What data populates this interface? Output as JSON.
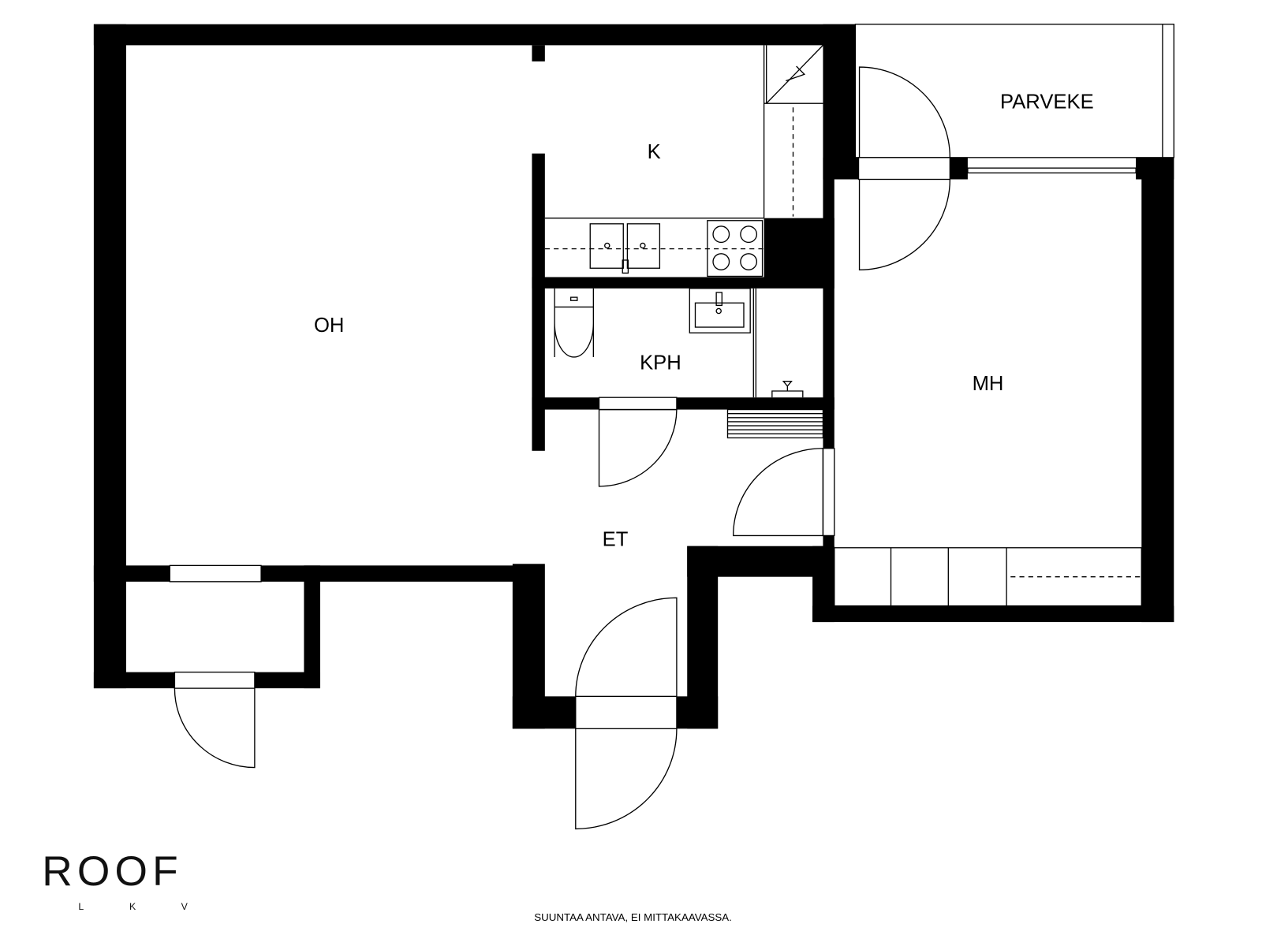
{
  "rooms": {
    "living_room": "OH",
    "kitchen": "K",
    "bathroom": "KPH",
    "bedroom": "MH",
    "hallway": "ET",
    "balcony": "PARVEKE"
  },
  "logo": {
    "main": "ROOF",
    "sub_letters": [
      "L",
      "K",
      "V"
    ]
  },
  "footer": {
    "disclaimer": "SUUNTAA ANTAVA, EI MITTAKAAVASSA."
  }
}
